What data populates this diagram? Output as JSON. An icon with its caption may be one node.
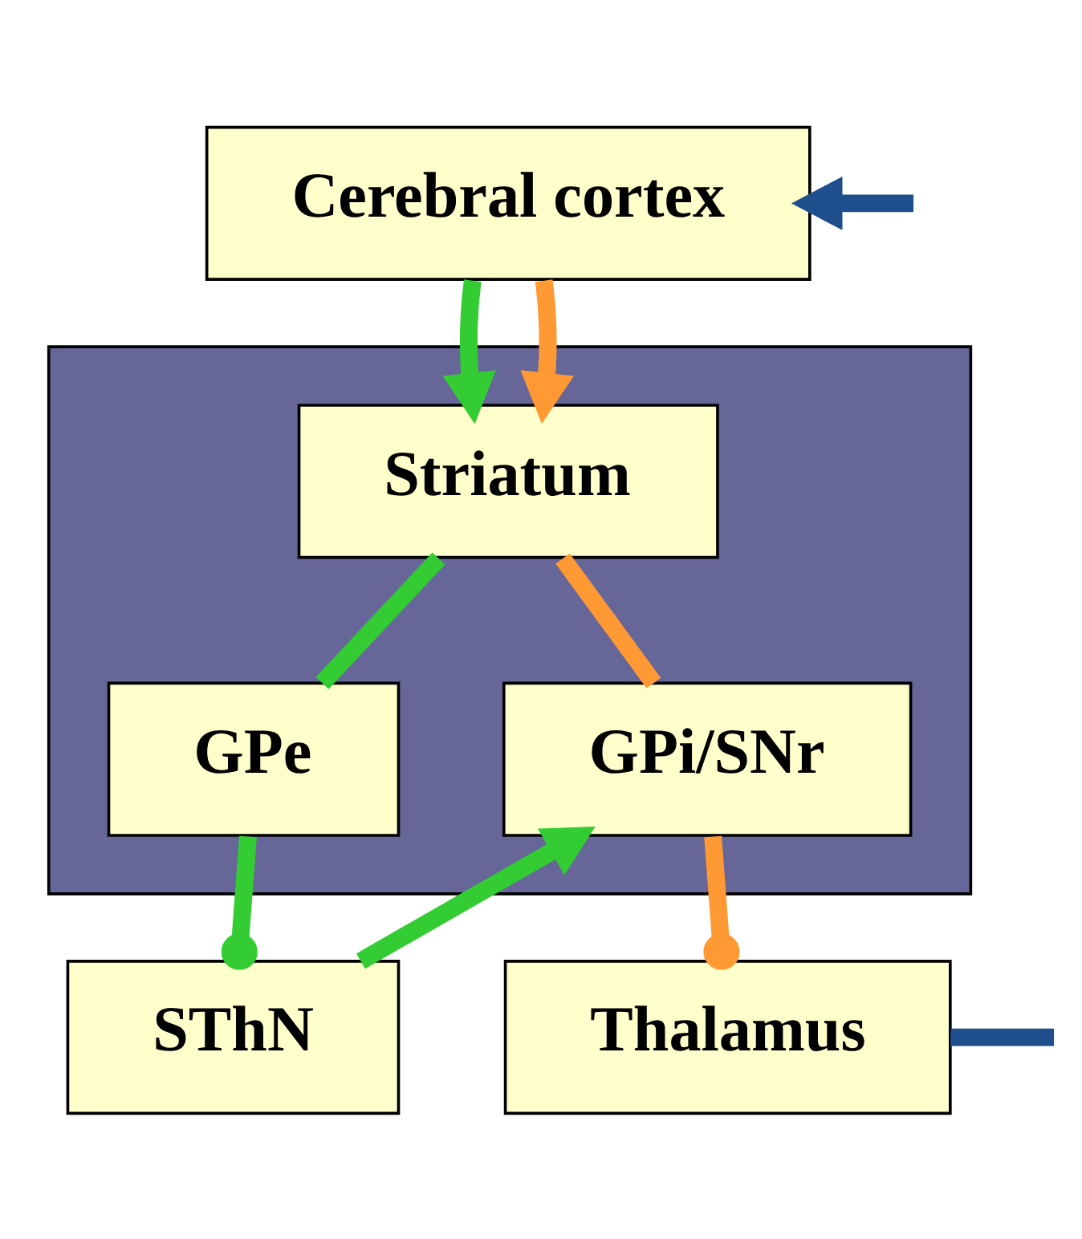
{
  "diagram": {
    "nodes": [
      {
        "text": [
          "Cerebral cortex"
        ]
      },
      {
        "text": [],
        "shape": "box"
      },
      {
        "text": [
          "Striatum"
        ],
        "in": 1
      },
      {
        "text": [
          "GPe"
        ],
        "in": 1
      },
      {
        "text": [
          "GPi/SNr"
        ],
        "in": 1
      },
      {
        "text": [
          "SThN"
        ]
      },
      {
        "text": [
          "Thalamus"
        ]
      }
    ],
    "edges": [
      {
        "from": null,
        "to": 0,
        "arrow": "to",
        "color": "#1f4e8c"
      },
      {
        "from": 0,
        "to": 2,
        "arrow": "to"
      },
      {
        "from": 0,
        "to": 2,
        "arrow": "to",
        "color": "#ff9933"
      },
      {
        "from": 2,
        "to": 3,
        "arrow": "none"
      },
      {
        "from": 2,
        "to": 4,
        "arrow": "none",
        "color": "#ff9933"
      },
      {
        "from": 3,
        "to": 5,
        "arrow": "other"
      },
      {
        "from": 5,
        "to": 4,
        "arrow": "to"
      },
      {
        "from": 4,
        "to": 6,
        "arrow": "other",
        "color": "#ff9933"
      },
      {
        "from": 6,
        "to": null,
        "arrow": "none",
        "color": "#1f4e8c"
      }
    ]
  }
}
